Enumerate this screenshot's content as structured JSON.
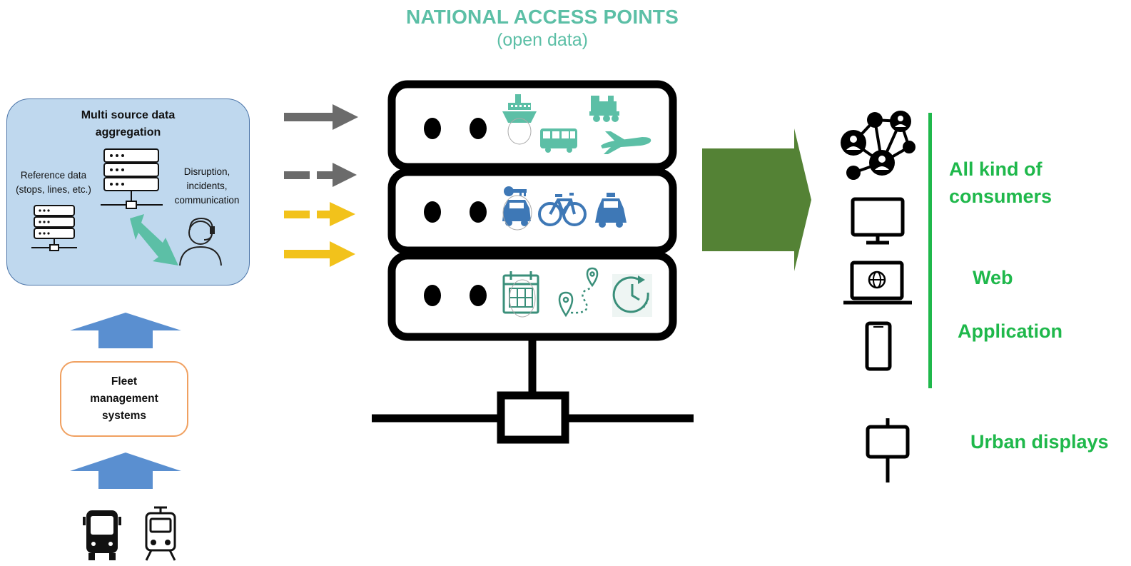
{
  "header": {
    "title": "NATIONAL ACCESS POINTS",
    "subtitle": "(open data)"
  },
  "aggregation": {
    "title_line1": "Multi source data",
    "title_line2": "aggregation",
    "reference_line1": "Reference data",
    "reference_line2": "(stops, lines, etc.)",
    "disruption_line1": "Disruption,",
    "disruption_line2": "incidents,",
    "disruption_line3": "communication"
  },
  "fleet": {
    "line1": "Fleet",
    "line2": "management",
    "line3": "systems"
  },
  "consumers": {
    "all_line1": "All kind of",
    "all_line2": "consumers",
    "web": "Web",
    "application": "Application",
    "urban_displays": "Urban displays"
  },
  "colors": {
    "teal": "#5cbfa6",
    "blue": "#3e78b6",
    "grey_arrow": "#6b6b6b",
    "yellow_arrow": "#f2c21b",
    "big_arrow": "#548235",
    "green_text": "#1fb84b",
    "up_arrow": "#5a8fd0"
  },
  "icons": {
    "top_server": [
      "ship-icon",
      "train-icon",
      "bus-icon",
      "plane-icon"
    ],
    "middle_server": [
      "car-key-icon",
      "bicycle-icon",
      "taxi-icon"
    ],
    "bottom_server": [
      "calendar-icon",
      "route-icon",
      "clock-icon"
    ]
  }
}
